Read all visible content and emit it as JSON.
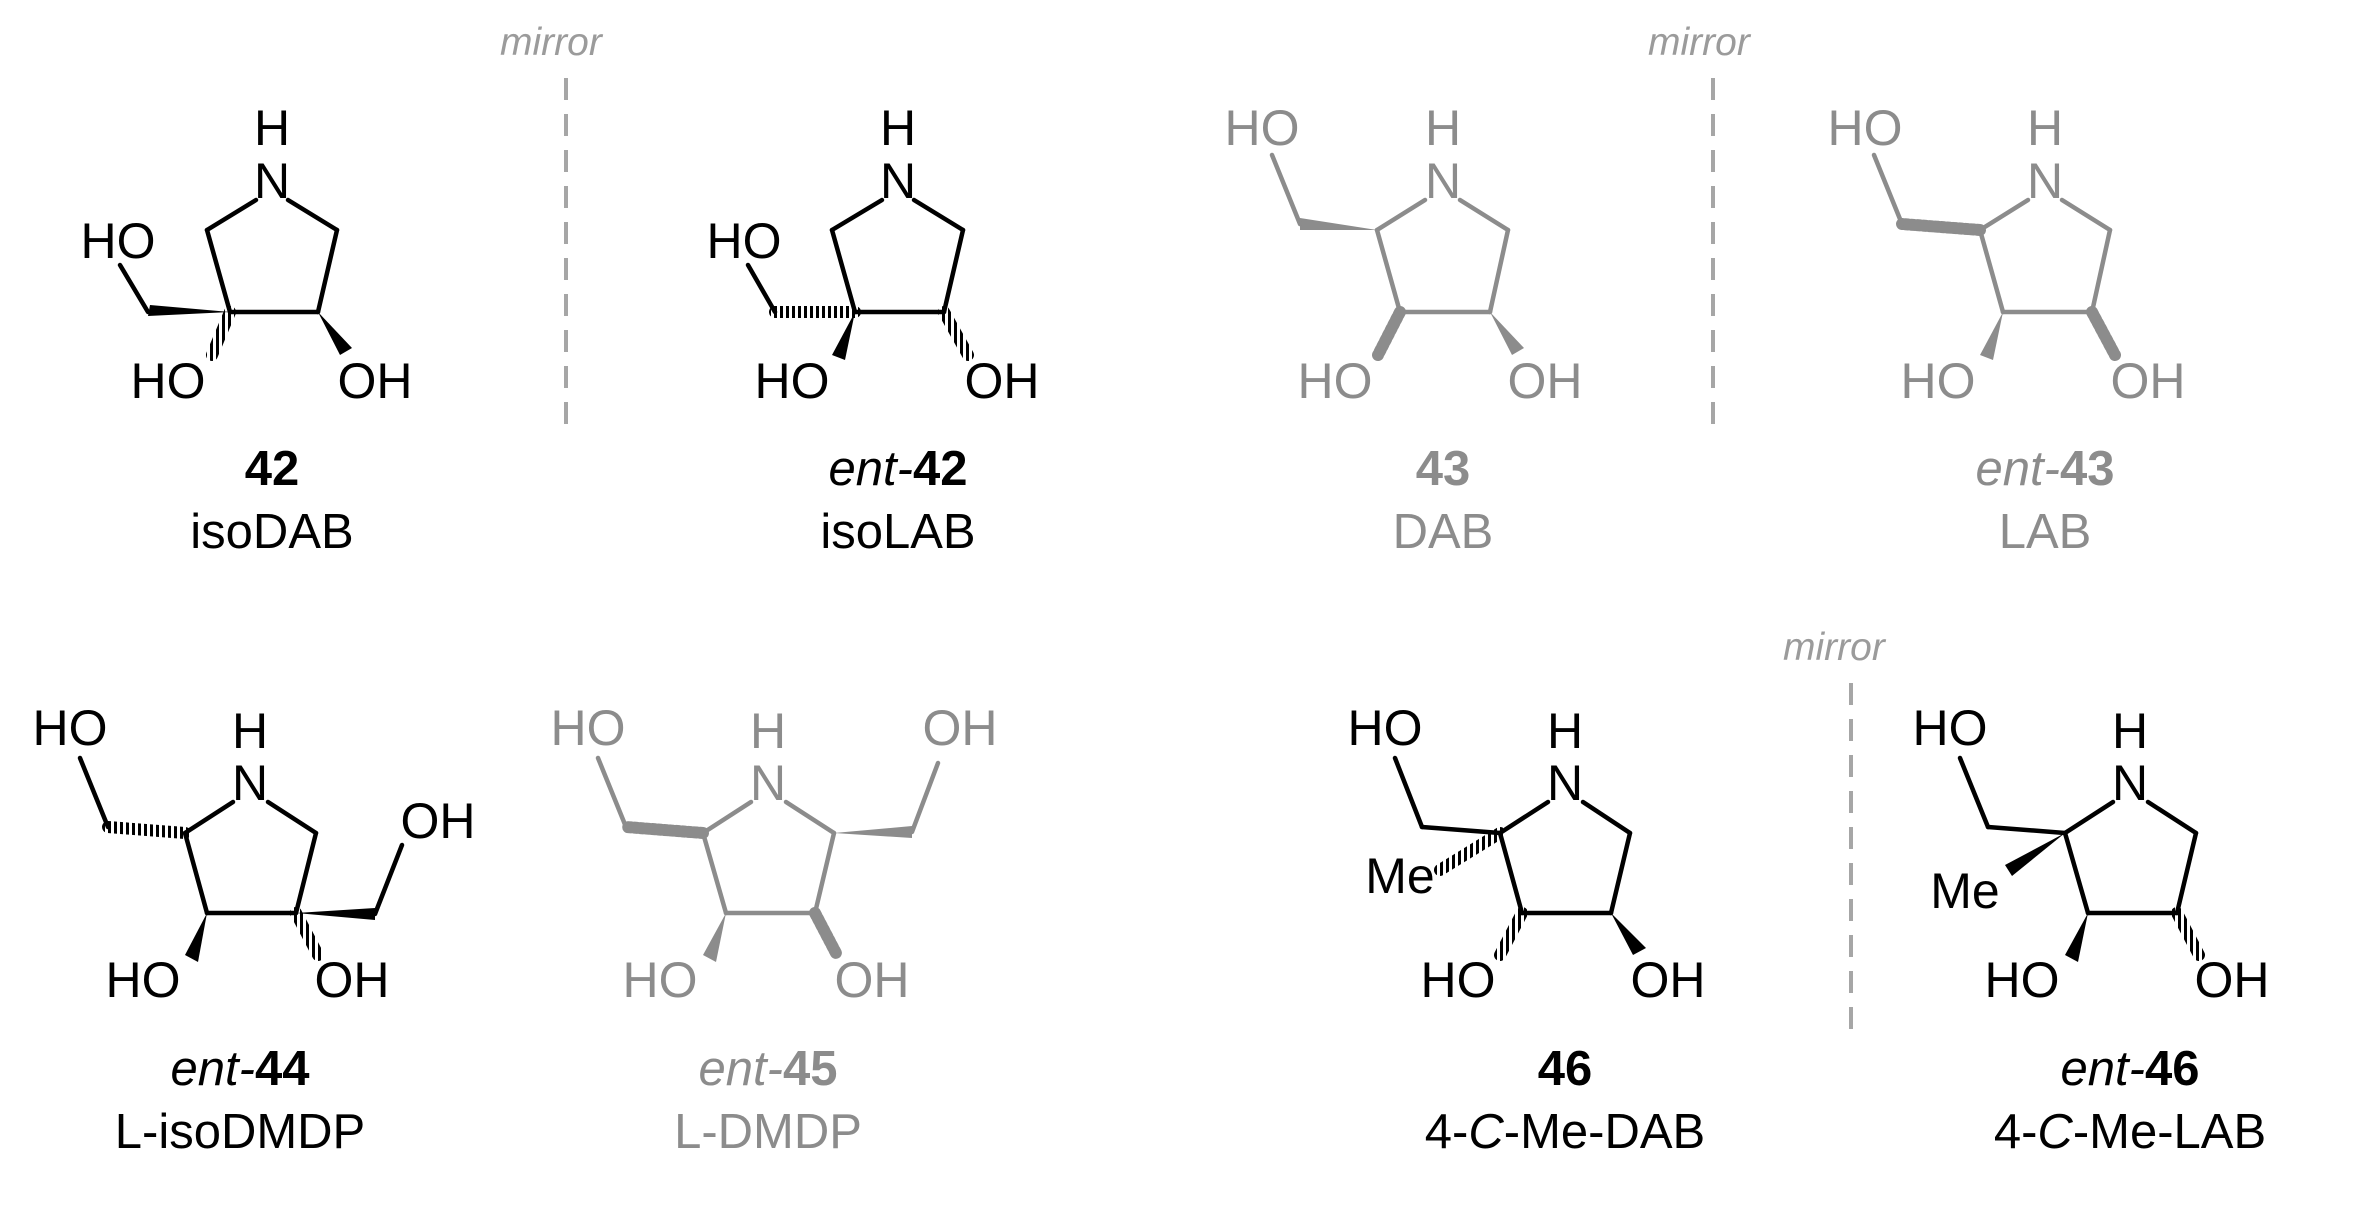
{
  "colors": {
    "black": "#000000",
    "gray": "#8c8c8c",
    "mirror_line": "#a6a6a6"
  },
  "mirror_label": "mirror",
  "atoms": {
    "nitrogen": "N",
    "hydrogen": "H",
    "hydroxyl_left": "HO",
    "hydroxyl_right": "OH",
    "methyl": "Me"
  },
  "compounds": [
    {
      "id": "42",
      "prefix": "",
      "number": "42",
      "name": "isoDAB",
      "color": "black"
    },
    {
      "id": "ent-42",
      "prefix": "ent-",
      "number": "42",
      "name": "isoLAB",
      "color": "black"
    },
    {
      "id": "43",
      "prefix": "",
      "number": "43",
      "name": "DAB",
      "color": "gray"
    },
    {
      "id": "ent-43",
      "prefix": "ent-",
      "number": "43",
      "name": "LAB",
      "color": "gray"
    },
    {
      "id": "ent-44",
      "prefix": "ent-",
      "number": "44",
      "name_prefix": "L",
      "name": "-isoDMDP",
      "color": "black"
    },
    {
      "id": "ent-45",
      "prefix": "ent-",
      "number": "45",
      "name_prefix": "L",
      "name": "-DMDP",
      "color": "gray"
    },
    {
      "id": "46",
      "prefix": "",
      "number": "46",
      "name_parts": [
        "4-",
        "C",
        "-Me-DAB"
      ],
      "color": "black"
    },
    {
      "id": "ent-46",
      "prefix": "ent-",
      "number": "46",
      "name_parts": [
        "4-",
        "C",
        "-Me-LAB"
      ],
      "color": "black"
    }
  ]
}
